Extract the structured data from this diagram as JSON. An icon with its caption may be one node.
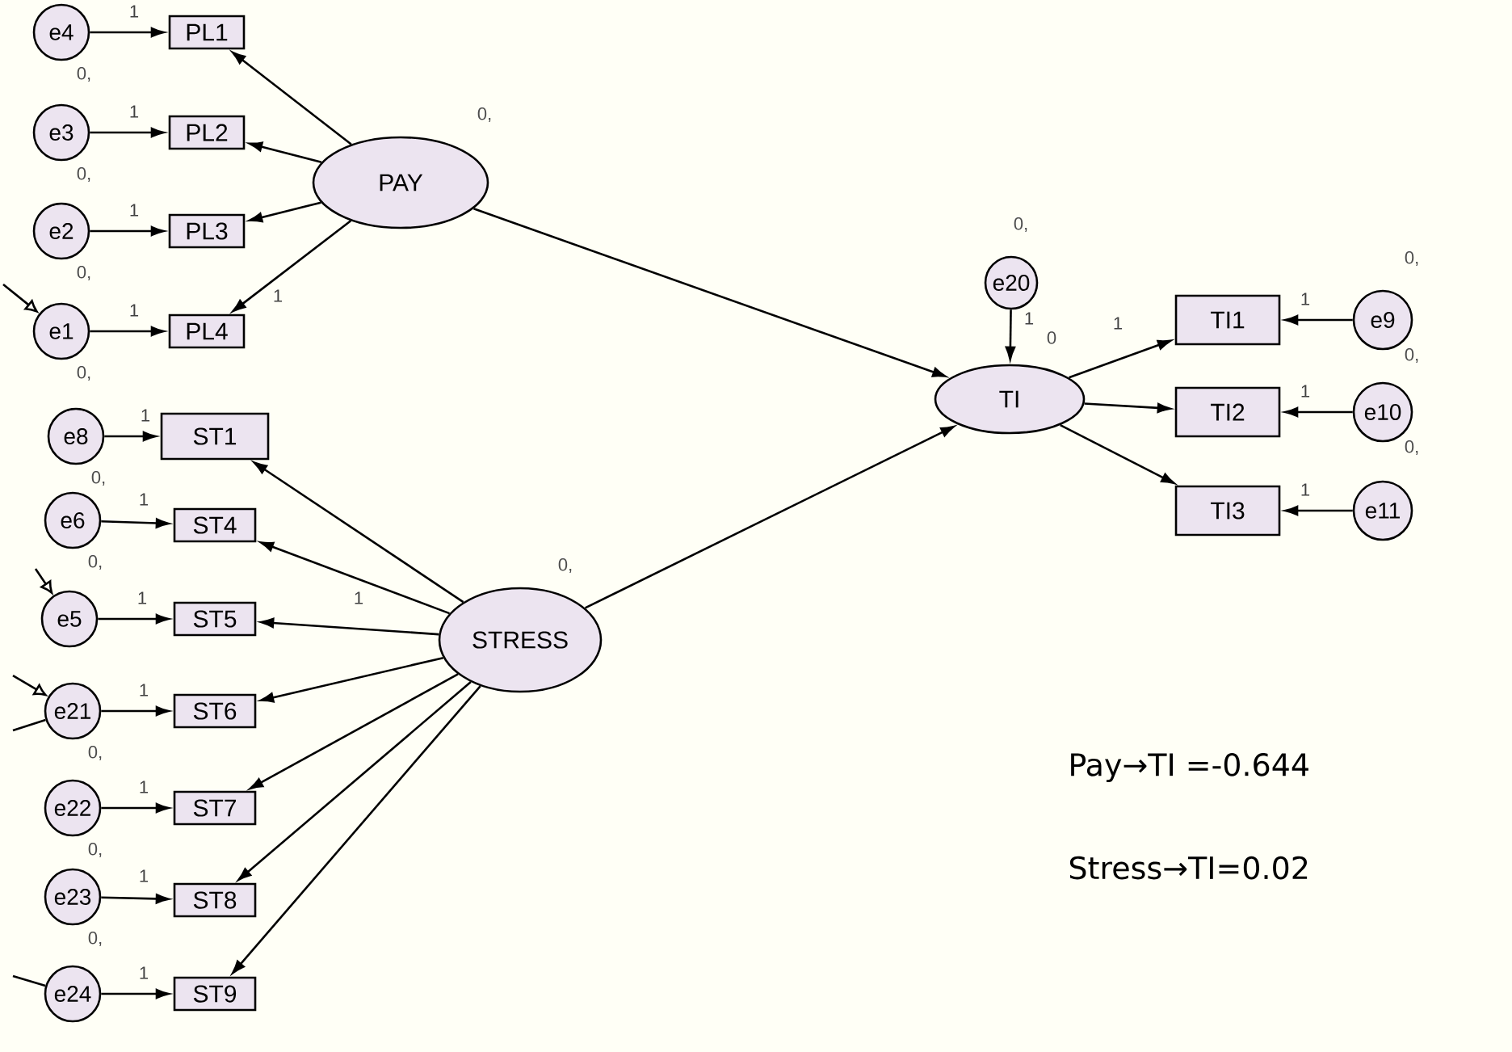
{
  "diagram": {
    "nodes": [
      {
        "text": [
          "e4"
        ],
        "beside": [
          "0,"
        ]
      },
      {
        "text": [
          "PL1"
        ]
      },
      {
        "text": [
          "e3"
        ],
        "beside": [
          "0,"
        ]
      },
      {
        "text": [
          "PL2"
        ]
      },
      {
        "text": [
          "e2"
        ],
        "beside": [
          "0,"
        ]
      },
      {
        "text": [
          "PL3"
        ]
      },
      {
        "text": [
          "e1"
        ],
        "beside": [
          "0,"
        ]
      },
      {
        "text": [
          "PL4"
        ]
      },
      {
        "text": [
          "PAY"
        ],
        "beside": [
          "0,"
        ]
      },
      {
        "text": [
          "e8"
        ],
        "beside": [
          "0,"
        ]
      },
      {
        "text": [
          "ST1"
        ]
      },
      {
        "text": [
          "e6"
        ],
        "beside": [
          "0,"
        ]
      },
      {
        "text": [
          "ST4"
        ]
      },
      {
        "text": [
          "e5"
        ]
      },
      {
        "text": [
          "ST5"
        ]
      },
      {
        "text": [
          "e21"
        ],
        "beside": [
          "0,"
        ]
      },
      {
        "text": [
          "ST6"
        ]
      },
      {
        "text": [
          "e22"
        ],
        "beside": [
          "0,"
        ]
      },
      {
        "text": [
          "ST7"
        ]
      },
      {
        "text": [
          "e23"
        ],
        "beside": [
          "0,"
        ]
      },
      {
        "text": [
          "ST8"
        ]
      },
      {
        "text": [
          "e24"
        ]
      },
      {
        "text": [
          "ST9"
        ]
      },
      {
        "text": [
          "STRESS"
        ],
        "beside": [
          "0,"
        ]
      },
      {
        "text": [
          "e20"
        ],
        "beside": [
          "0,"
        ]
      },
      {
        "text": [
          "TI"
        ],
        "beside": [
          "0"
        ]
      },
      {
        "text": [
          "TI1"
        ]
      },
      {
        "text": [
          "e9"
        ],
        "beside": [
          "0,",
          "0,"
        ]
      },
      {
        "text": [
          "TI2"
        ]
      },
      {
        "text": [
          "e10"
        ],
        "beside": [
          "0,"
        ]
      },
      {
        "text": [
          "TI3"
        ]
      },
      {
        "text": [
          "e11"
        ]
      }
    ],
    "edges": [
      {
        "from": 0,
        "to": 1,
        "arrow": "to",
        "label": "1"
      },
      {
        "from": 2,
        "to": 3,
        "arrow": "to",
        "label": "1"
      },
      {
        "from": 4,
        "to": 5,
        "arrow": "to",
        "label": "1"
      },
      {
        "from": 6,
        "to": 7,
        "arrow": "to",
        "label": "1"
      },
      {
        "from": 8,
        "to": 1,
        "arrow": "to"
      },
      {
        "from": 8,
        "to": 3,
        "arrow": "to"
      },
      {
        "from": 8,
        "to": 5,
        "arrow": "to"
      },
      {
        "from": 8,
        "to": 7,
        "arrow": "to",
        "label": "1"
      },
      {
        "from": 9,
        "to": 10,
        "arrow": "to",
        "label": "1"
      },
      {
        "from": 11,
        "to": 12,
        "arrow": "to",
        "label": "1"
      },
      {
        "from": 13,
        "to": 14,
        "arrow": "to",
        "label": "1"
      },
      {
        "from": 15,
        "to": 16,
        "arrow": "to",
        "label": "1"
      },
      {
        "from": 17,
        "to": 18,
        "arrow": "to",
        "label": "1"
      },
      {
        "from": 19,
        "to": 20,
        "arrow": "to",
        "label": "1"
      },
      {
        "from": 21,
        "to": 22,
        "arrow": "to",
        "label": "1"
      },
      {
        "from": 23,
        "to": 10,
        "arrow": "to"
      },
      {
        "from": 23,
        "to": 12,
        "arrow": "to"
      },
      {
        "from": 23,
        "to": 14,
        "arrow": "to",
        "label": "1"
      },
      {
        "from": 23,
        "to": 16,
        "arrow": "to"
      },
      {
        "from": 23,
        "to": 18,
        "arrow": "to"
      },
      {
        "from": 23,
        "to": 20,
        "arrow": "to"
      },
      {
        "from": 23,
        "to": 22,
        "arrow": "to"
      },
      {
        "from": 8,
        "to": 25,
        "arrow": "to"
      },
      {
        "from": 23,
        "to": 25,
        "arrow": "to"
      },
      {
        "from": 24,
        "to": 25,
        "arrow": "to",
        "label": "1"
      },
      {
        "from": 25,
        "to": 26,
        "arrow": "to",
        "label": "1"
      },
      {
        "from": 25,
        "to": 28,
        "arrow": "to"
      },
      {
        "from": 25,
        "to": 30,
        "arrow": "to"
      },
      {
        "from": 27,
        "to": 26,
        "arrow": "to",
        "label": "1"
      },
      {
        "from": 29,
        "to": 28,
        "arrow": "to",
        "label": "1"
      },
      {
        "from": 31,
        "to": 30,
        "arrow": "to",
        "label": "1"
      },
      {
        "from": null,
        "to": 6,
        "arrow": "to"
      },
      {
        "from": null,
        "to": 13,
        "arrow": "to"
      },
      {
        "from": null,
        "to": 15,
        "arrow": "to"
      },
      {
        "from": null,
        "to": 15,
        "arrow": "none"
      },
      {
        "from": null,
        "to": 21,
        "arrow": "none"
      }
    ],
    "labels": [
      "Pay→TI =-0.644",
      "Stress→TI=0.02"
    ]
  }
}
